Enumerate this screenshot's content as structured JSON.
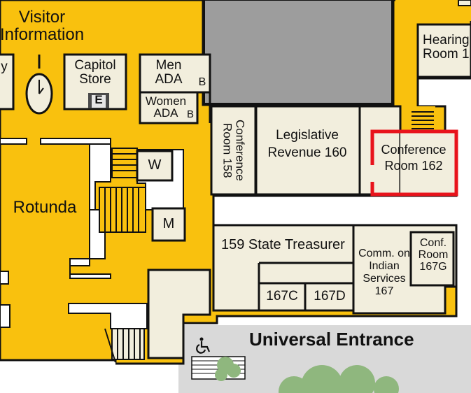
{
  "colors": {
    "floor": "#F9C10E",
    "room": "#F2EEDD",
    "wall": "#111111",
    "highlight": "#E8131B",
    "exterior": "#D9D9D9",
    "courtyard": "#9D9D9D",
    "tree": "#8FB77E"
  },
  "labels": {
    "visitor_information": "Visitor Information",
    "capitol_store": "Capitol Store",
    "elevator": "E",
    "men_ada": "Men ADA",
    "women_ada": "Women ADA",
    "baby_changing_men": "B",
    "baby_changing_women": "B",
    "hearing_room": "Hearing Room 1",
    "partial_left": "y",
    "conference_room_158": "Conference Room 158",
    "legislative_revenue": "Legislative Revenue 160",
    "conference_room_162": "Conference Room 162",
    "rotunda": "Rotunda",
    "water_fountain": "W",
    "men_restroom": "M",
    "state_treasurer": "159 State Treasurer",
    "comm_indian_services": "Comm. on Indian Services 167",
    "conf_room_167g": "Conf. Room 167G",
    "room_167c": "167C",
    "room_167d": "167D",
    "universal_entrance": "Universal Entrance"
  },
  "icons": [
    "clock-icon",
    "elevator-icon",
    "wheelchair-accessible-icon",
    "stairs-icon",
    "tree-icon"
  ]
}
